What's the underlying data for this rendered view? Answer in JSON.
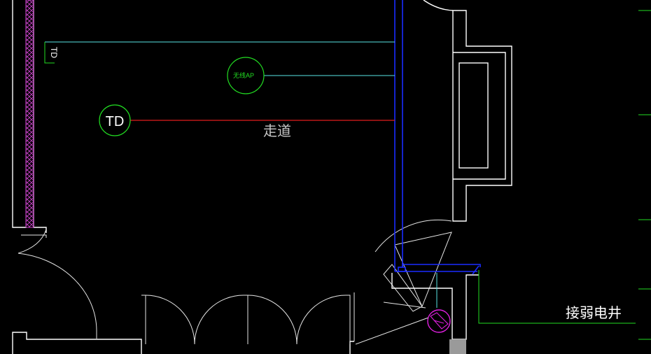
{
  "labels": {
    "td_wall": "TD",
    "wireless_ap": "无线AP",
    "td_main": "TD",
    "corridor": "走道",
    "weak_current_shaft": "接弱电井"
  },
  "colors": {
    "background": "#000000",
    "wall": "#ffffff",
    "cyan_cable": "#57e3e3",
    "red_cable": "#e01e1e",
    "blue_conduit": "#1a2cff",
    "green_symbol": "#22dd22",
    "magenta_partition": "#cc44cc",
    "magenta_device": "#e020e0",
    "door_swing": "#e6e6e6",
    "label_gray": "#c8c8c8",
    "label_white": "#ffffff"
  }
}
